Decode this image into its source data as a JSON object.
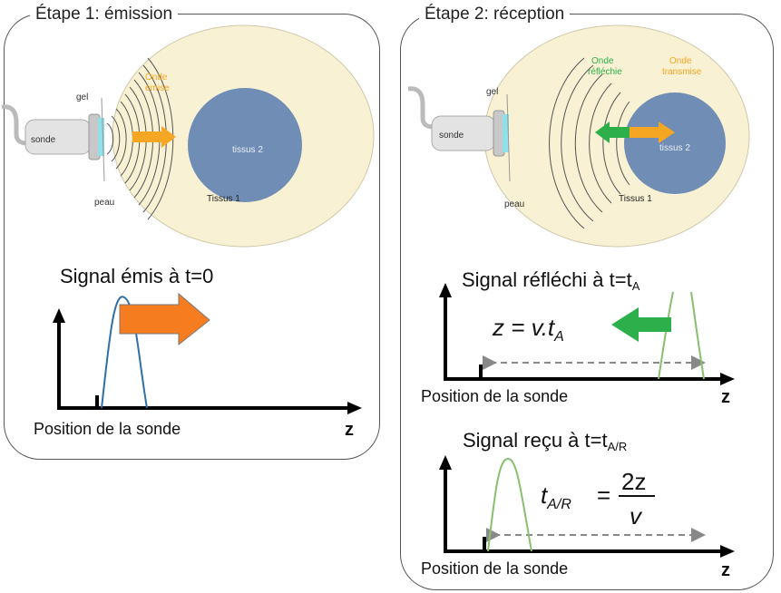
{
  "step1": {
    "title": "Étape 1: émission",
    "labels": {
      "gel": "gel",
      "sonde": "sonde",
      "peau": "peau",
      "onde_line1": "Onde",
      "onde_line2": "émise",
      "tissus1": "Tissus 1",
      "tissus2": "tissus 2"
    },
    "signal_title": "Signal émis à t=0",
    "axis_label_x": "Position de la sonde",
    "axis_z": "z"
  },
  "step2": {
    "title": "Étape 2: réception",
    "labels": {
      "gel": "gel",
      "sonde": "sonde",
      "peau": "peau",
      "reflected_line1": "Onde",
      "reflected_line2": "réfléchie",
      "transmitted_line1": "Onde",
      "transmitted_line2": "transmise",
      "tissus1": "Tissus 1",
      "tissus2": "tissus 2"
    },
    "signal1": {
      "title_prefix": "Signal réfléchi à t=t",
      "title_sub": "A",
      "eq_lhs": "z = v.t",
      "eq_sub": "A",
      "axis_label_x": "Position de la sonde",
      "axis_z": "z"
    },
    "signal2": {
      "title_prefix": "Signal reçu à t=t",
      "title_sub": "A/R",
      "eq_lhs": "t",
      "eq_sub": "A/R",
      "eq_eq": "=",
      "eq_num": "2z",
      "eq_den": "v",
      "axis_label_x": "Position de la sonde",
      "axis_z": "z"
    }
  },
  "colors": {
    "tissue1": "#f8f1d3",
    "tissue2": "#6f8db5",
    "emitted": "#f5a623",
    "reflected": "#2db04b",
    "emitted_pulse": "#2f6fa6",
    "received_pulse": "#88c070",
    "gel": "#8fe0e8"
  }
}
